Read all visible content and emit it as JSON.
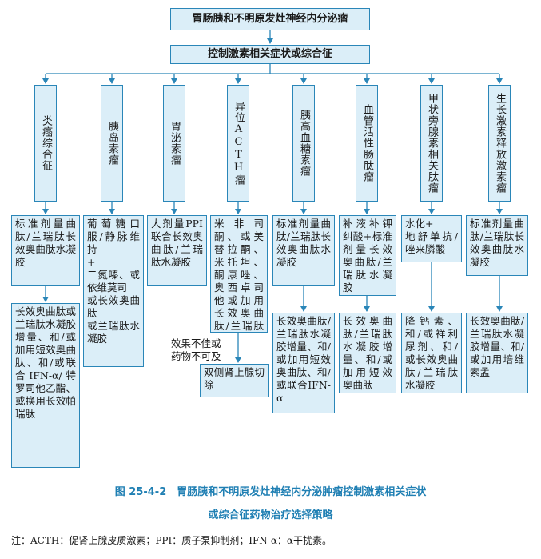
{
  "root": "胃肠胰和不明原发灶神经内分泌瘤",
  "level2": "控制激素相关症状或综合征",
  "columns": [
    {
      "type": "类癌综合征",
      "first": "标准剂量曲肽/兰瑞肽长效奥曲肽水凝胶",
      "second": "长效奥曲肽或兰瑞肽水凝胶增量、和/或加用短效奥曲肽、和/或联合IFN-α/特罗司他乙酯、或换用长效帕瑞肽"
    },
    {
      "type": "胰岛素瘤",
      "first": "葡萄糖口服/静脉维持\n+\n二氮嗪、或依维莫司\n或长效奥曲肽\n或兰瑞肽水凝胶",
      "second": ""
    },
    {
      "type": "胃泌素瘤",
      "first": "大剂量PPI联合长效奥曲肽/兰瑞肽水凝胶",
      "second": ""
    },
    {
      "type": "异位ACTH瘤",
      "first": "米非司酮、或美替拉酮、米托坦、酮康唑、奥西卓司他或加用长效奥曲肽/兰瑞肽水凝胶",
      "second": "双侧肾上腺切除"
    },
    {
      "type": "胰高血糖素瘤",
      "first": "标准剂量曲肽/兰瑞肽长效奥曲肽水凝胶",
      "second": "长效奥曲肽/兰瑞肽水凝胶增量、和/或加用短效奥曲肽、和/或联合IFN-α"
    },
    {
      "type": "血管活性肠肽瘤",
      "first": "补液补钾纠酸+标准剂量长效奥曲肽/兰瑞肽水凝胶",
      "second": "长效奥曲肽/兰瑞肽水凝胶增量、和/或加用短效奥曲肽"
    },
    {
      "type": "甲状旁腺素相关肽瘤",
      "first": "水化+\n地舒单抗/唑来膦酸",
      "second": "降钙素、和/或祥利尿剂、和/或长效奥曲肽/兰瑞肽水凝胶"
    },
    {
      "type": "生长激素释放激素瘤",
      "first": "标准剂量曲肽/兰瑞肽长效奥曲肽水凝胶",
      "second": "长效奥曲肽/兰瑞肽水凝胶增量、和/或加用培维索孟"
    }
  ],
  "side_note": "效果不佳或\n药物不可及",
  "caption_line1": "图 25-4-2　胃肠胰和不明原发灶神经内分泌肿瘤控制激素相关症状",
  "caption_line2": "或综合征药物治疗选择策略",
  "footnote": "注：ACTH：促肾上腺皮质激素；PPI：质子泵抑制剂；IFN-α：α干扰素。",
  "colors": {
    "box_fill": "#dbeef8",
    "box_border": "#2a86b8",
    "line": "#2a86b8",
    "caption": "#1f7fb3"
  }
}
